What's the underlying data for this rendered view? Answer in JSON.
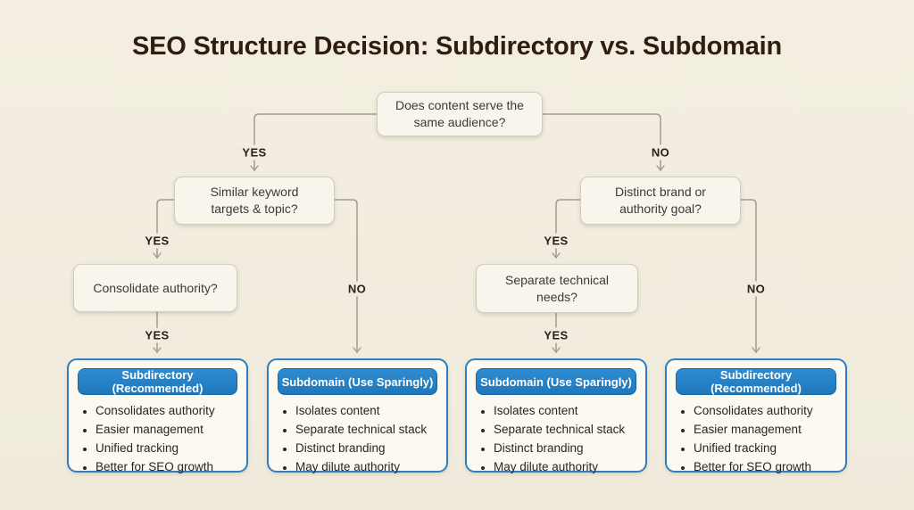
{
  "title": "SEO Structure Decision: Subdirectory vs. Subdomain",
  "colors": {
    "background": "#f1ecdf",
    "title_text": "#2e1d10",
    "question_box_bg": "#f8f5ed",
    "question_box_border": "#d3cdbf",
    "connector_line": "#a29c8e",
    "result_border": "#2e7fc1",
    "result_bg": "#fcf9f0",
    "result_header_bg": "#2283c9",
    "result_header_text": "#ffffff"
  },
  "nodes": {
    "root": {
      "text": "Does content serve the same audience?"
    },
    "similar_keywords": {
      "text": "Similar keyword targets & topic?"
    },
    "distinct_brand": {
      "text": "Distinct brand or authority goal?"
    },
    "consolidate_authority": {
      "text": "Consolidate authority?"
    },
    "separate_technical": {
      "text": "Separate technical needs?"
    }
  },
  "edges": {
    "root_left": "YES",
    "root_right": "NO",
    "similar_left": "YES",
    "similar_right": "NO",
    "distinct_left": "YES",
    "distinct_right": "NO",
    "consolidate_down": "YES",
    "separate_down": "YES"
  },
  "results": [
    {
      "header": "Subdirectory (Recommended)",
      "bullets": [
        "Consolidates authority",
        "Easier management",
        "Unified tracking",
        "Better for SEO growth"
      ]
    },
    {
      "header": "Subdomain (Use Sparingly)",
      "bullets": [
        "Isolates content",
        "Separate technical stack",
        "Distinct branding",
        "May dilute authority"
      ]
    },
    {
      "header": "Subdomain (Use Sparingly)",
      "bullets": [
        "Isolates content",
        "Separate technical stack",
        "Distinct branding",
        "May dilute authority"
      ]
    },
    {
      "header": "Subdirectory (Recommended)",
      "bullets": [
        "Consolidates authority",
        "Easier management",
        "Unified tracking",
        "Better for SEO growth"
      ]
    }
  ]
}
